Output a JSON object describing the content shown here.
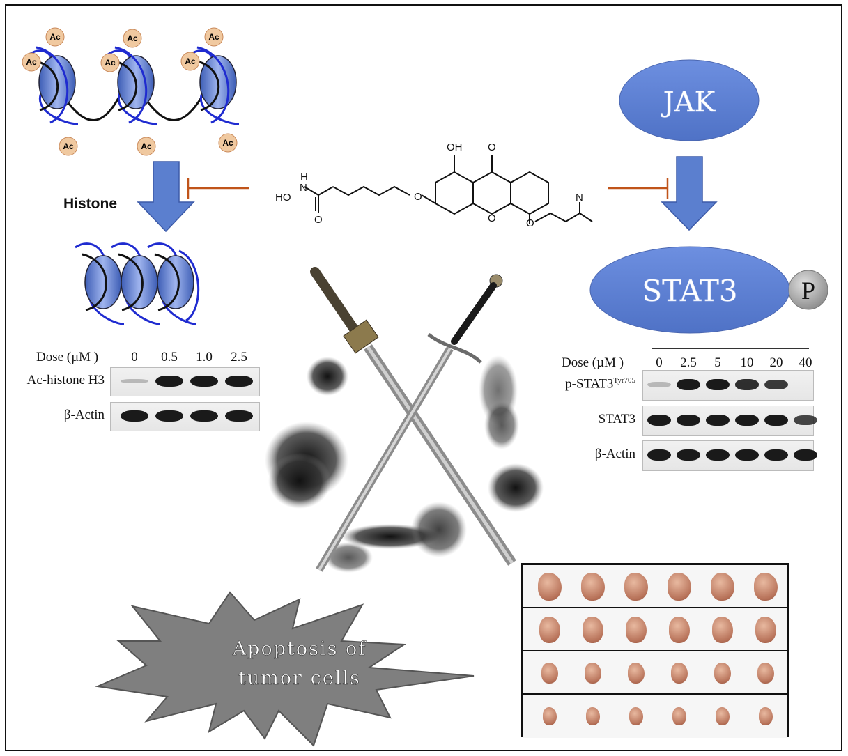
{
  "histone_panel": {
    "nucleosome_label": "Histone",
    "acetyl_mark": "Ac",
    "blot": {
      "dose_label": "Dose (µM )",
      "doses": [
        "0",
        "0.5",
        "1.0",
        "2.5"
      ],
      "rows": [
        {
          "label": "Ac-histone H3",
          "levels": [
            0.05,
            1.0,
            1.0,
            1.0
          ]
        },
        {
          "label": "β-Actin",
          "levels": [
            1.0,
            1.0,
            1.0,
            1.0
          ]
        }
      ]
    }
  },
  "compound": {
    "atoms": {
      "oh_top": "OH",
      "ketone_o": "O",
      "hydroxamic_n": "N",
      "hydroxamic_h": "H",
      "hydroxamic_ho": "HO",
      "amide_o": "O",
      "ether_o1": "O",
      "ring_o": "O",
      "ether_o2": "O",
      "amine_n": "N"
    }
  },
  "jak_stat_panel": {
    "jak_label": "JAK",
    "stat3_label": "STAT3",
    "phospho_label": "P",
    "blot": {
      "dose_label": "Dose (µM )",
      "doses": [
        "0",
        "2.5",
        "5",
        "10",
        "20",
        "40"
      ],
      "rows": [
        {
          "label": "p-STAT3",
          "label_sup": "Tyr705",
          "levels": [
            0.25,
            1.0,
            1.0,
            0.9,
            0.85,
            0.0
          ]
        },
        {
          "label": "STAT3",
          "levels": [
            1.0,
            1.0,
            1.0,
            1.0,
            1.0,
            0.8
          ]
        },
        {
          "label": "β-Actin",
          "levels": [
            1.0,
            1.0,
            1.0,
            1.0,
            1.0,
            1.0
          ]
        }
      ]
    }
  },
  "outcome": {
    "line1": "Apoptosis of",
    "line2": "tumor cells"
  },
  "colors": {
    "arrow_blue": "#5b7fcf",
    "ellipse_blue": "#5b7fd1",
    "inhibit_orange": "#c0541a",
    "ac_orange": "#f0c9a0",
    "dna_blue": "#1f2bd0"
  }
}
